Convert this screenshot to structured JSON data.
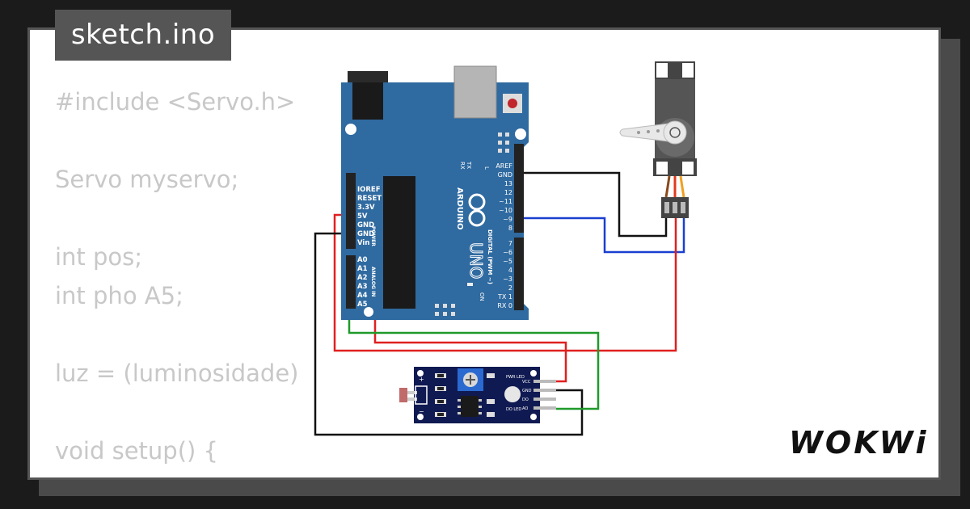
{
  "tab": {
    "filename": "sketch.ino"
  },
  "code_lines": [
    "#include <Servo.h>",
    "",
    "Servo myservo;",
    "",
    "int pos;",
    "int pho A5;",
    "",
    "luz = (luminosidade)",
    "",
    "void setup() {"
  ],
  "brand": {
    "logo": "WOKWi"
  },
  "arduino": {
    "brand": "ARDUINO",
    "model": "UNO",
    "digital_label": "DIGITAL (PWM ~)",
    "power_label": "POWER",
    "analog_label": "ANALOG IN",
    "on_label": "ON",
    "tx": "TX",
    "rx": "RX",
    "l": "L",
    "left_pins": [
      "IOREF",
      "RESET",
      "3.3V",
      "5V",
      "GND",
      "GND",
      "Vin"
    ],
    "analog_pins": [
      "A0",
      "A1",
      "A2",
      "A3",
      "A4",
      "A5"
    ],
    "right_pins_top": [
      "AREF",
      "GND",
      "13",
      "12",
      "~11",
      "~10",
      "~9",
      "8"
    ],
    "right_pins_bottom": [
      "7",
      "~6",
      "~5",
      "4",
      "~3",
      "2",
      "TX 1",
      "RX 0"
    ]
  },
  "ldr_module": {
    "pins": [
      "VCC",
      "GND",
      "DO",
      "AO"
    ],
    "labels": [
      "PWR LED",
      "DO LED"
    ],
    "plus": "+",
    "minus": "−"
  },
  "wire_colors": {
    "red": "#e02020",
    "black": "#111111",
    "blue": "#1a3fd0",
    "green": "#1f9a2a"
  },
  "board_color": "#2f6aa0"
}
